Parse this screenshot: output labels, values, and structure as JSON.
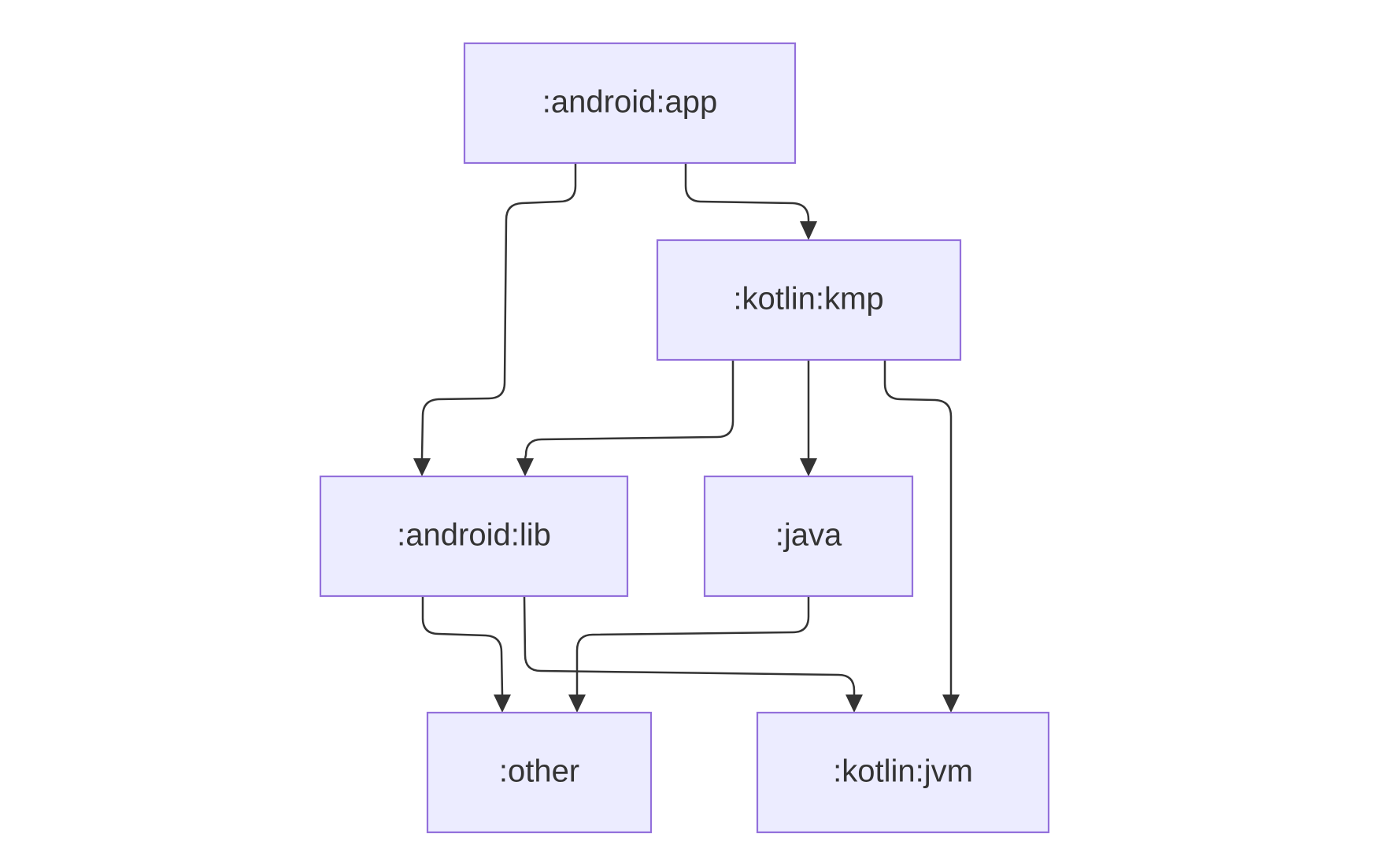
{
  "diagram": {
    "type": "flowchart",
    "direction": "top-down",
    "colors": {
      "background": "#ffffff",
      "node_fill": "#ececff",
      "node_stroke": "#9370db",
      "edge": "#333333",
      "text": "#333333"
    },
    "nodes": [
      {
        "id": "android-app",
        "label": ":android:app"
      },
      {
        "id": "kotlin-kmp",
        "label": ":kotlin:kmp"
      },
      {
        "id": "android-lib",
        "label": ":android:lib"
      },
      {
        "id": "java",
        "label": ":java"
      },
      {
        "id": "other",
        "label": ":other"
      },
      {
        "id": "kotlin-jvm",
        "label": ":kotlin:jvm"
      }
    ],
    "edges": [
      {
        "from": "android-app",
        "to": "android-lib"
      },
      {
        "from": "android-app",
        "to": "kotlin-kmp"
      },
      {
        "from": "kotlin-kmp",
        "to": "android-lib"
      },
      {
        "from": "kotlin-kmp",
        "to": "java"
      },
      {
        "from": "kotlin-kmp",
        "to": "kotlin-jvm"
      },
      {
        "from": "android-lib",
        "to": "other"
      },
      {
        "from": "android-lib",
        "to": "kotlin-jvm"
      },
      {
        "from": "java",
        "to": "other"
      }
    ]
  }
}
